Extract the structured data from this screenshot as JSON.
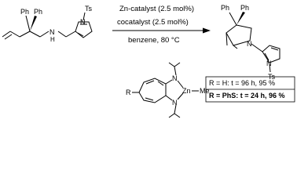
{
  "reactant": {
    "ph_label": "Ph",
    "nh_label": "H",
    "n_label": "N",
    "ts_label": "Ts"
  },
  "conditions": {
    "catalyst": "Zn-catalyst (2.5 mol%)",
    "cocatalyst": "cocatalyst (2.5 mol%)",
    "solvent_temp": "benzene, 80 °C"
  },
  "product": {
    "ph_label": "Ph",
    "n_label": "N",
    "ts_label": "Ts"
  },
  "catalyst_structure": {
    "r_label": "R",
    "n_label": "N",
    "zn_label": "Zn",
    "me_label": "Me"
  },
  "results_table": {
    "row1": "R = H: t = 96 h, 95 %",
    "row2": "R = PhS: t = 24 h, 96 %"
  }
}
